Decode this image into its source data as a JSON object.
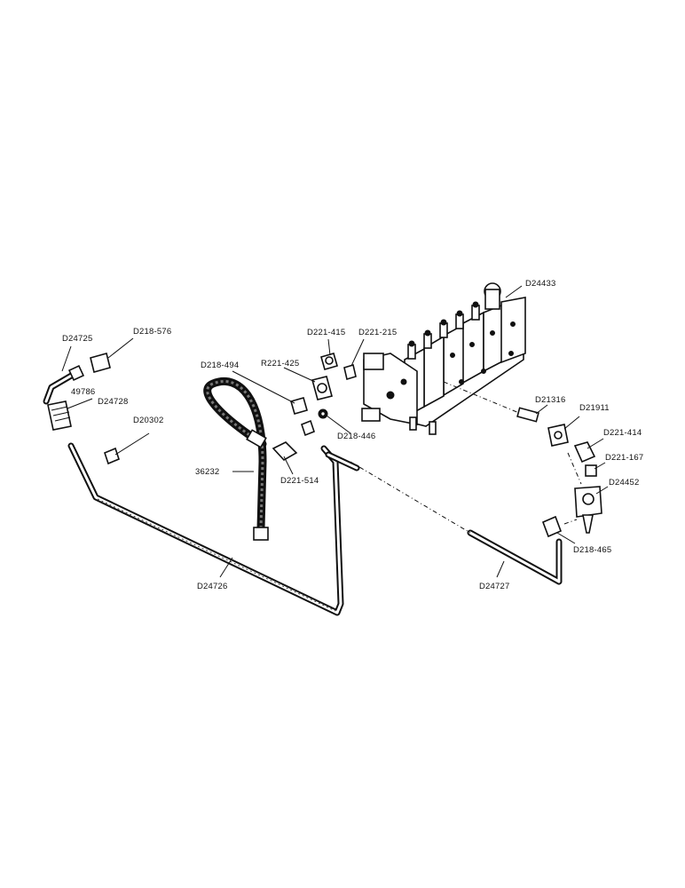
{
  "labels": {
    "d24433": "D24433",
    "d221_415": "D221-415",
    "d221_215": "D221-215",
    "d24725": "D24725",
    "d218_576": "D218-576",
    "d218_494": "D218-494",
    "r221_425": "R221-425",
    "d49786": "49786",
    "d24728": "D24728",
    "d20302": "D20302",
    "d218_446": "D218-446",
    "d21316": "D21316",
    "d21911": "D21911",
    "d221_414": "D221-414",
    "d221_167": "D221-167",
    "d24452": "D24452",
    "d36232": "36232",
    "d221_514": "D221-514",
    "d218_465": "D218-465",
    "d24726": "D24726",
    "d24727": "D24727"
  }
}
